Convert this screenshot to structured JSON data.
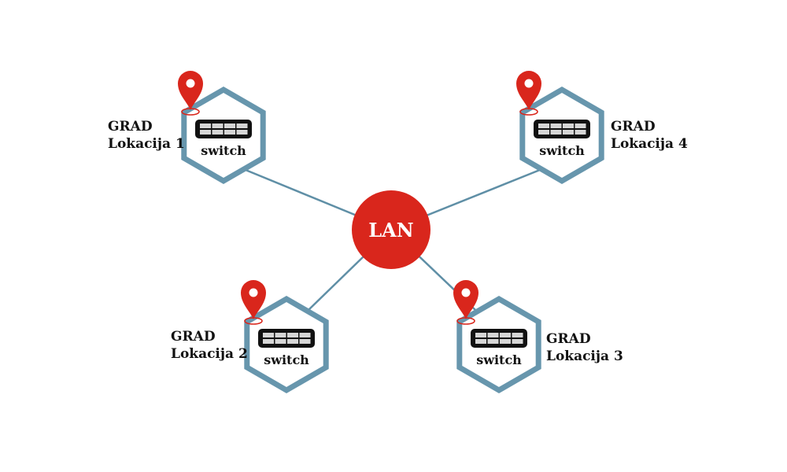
{
  "colors": {
    "link": "#5f8fa6",
    "hex_border": "#6796ad",
    "hub": "#d9261c",
    "pin": "#d9261c",
    "device": "#111111"
  },
  "hub": {
    "label": "LAN"
  },
  "nodes": [
    {
      "id": "node-1",
      "city": "GRAD",
      "location": "Lokacija 1",
      "device_label": "switch",
      "icon": "switch-icon"
    },
    {
      "id": "node-4",
      "city": "GRAD",
      "location": "Lokacija 4",
      "device_label": "switch",
      "icon": "switch-icon"
    },
    {
      "id": "node-2",
      "city": "GRAD",
      "location": "Lokacija 2",
      "device_label": "switch",
      "icon": "switch-icon"
    },
    {
      "id": "node-3",
      "city": "GRAD",
      "location": "Lokacija 3",
      "device_label": "switch",
      "icon": "switch-icon"
    }
  ]
}
